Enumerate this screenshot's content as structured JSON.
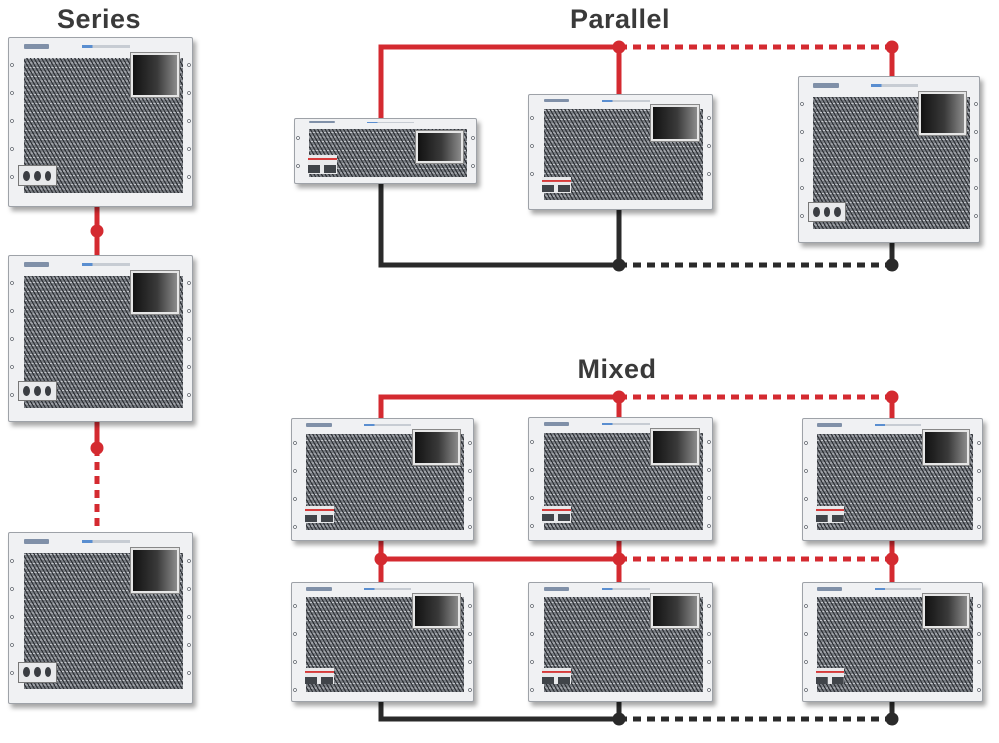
{
  "titles": {
    "series": "Series",
    "parallel": "Parallel",
    "mixed": "Mixed"
  },
  "colors": {
    "positive_wire": "#d42a30",
    "negative_wire": "#2a2a2a",
    "chassis": "#f0f1f3",
    "title_text": "#3a3a3a"
  },
  "icons": {
    "unit": "rack-power-supply-icon",
    "junction": "wire-junction-dot-icon"
  }
}
